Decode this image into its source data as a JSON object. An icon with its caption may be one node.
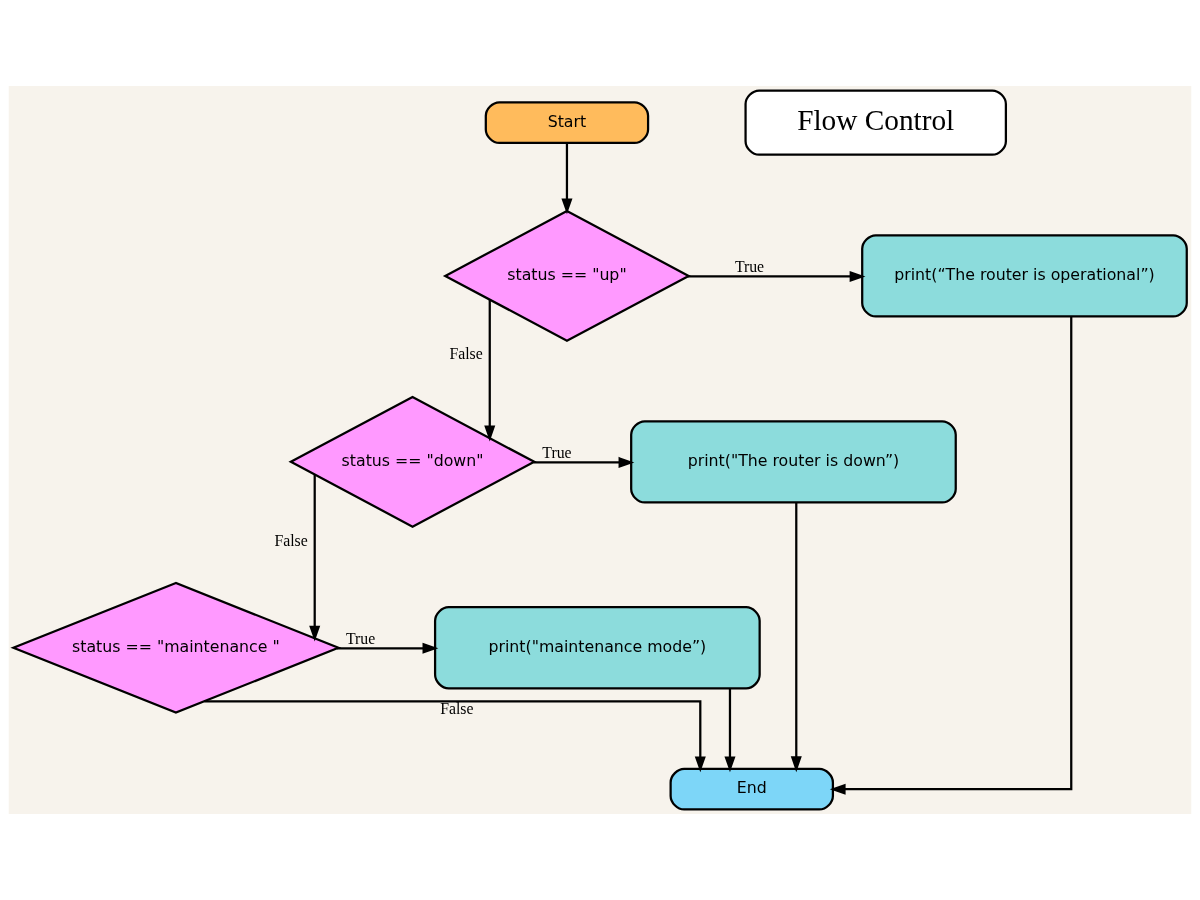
{
  "diagram": {
    "nodes": [
      {
        "text": [
          "Start"
        ]
      },
      {
        "text": [
          "Flow Control"
        ]
      },
      {
        "text": [
          "status == \"up\""
        ]
      },
      {
        "text": [
          "print(“The router is operational”)"
        ]
      },
      {
        "text": [
          "status == \"down\""
        ]
      },
      {
        "text": [
          "print(\"The router is down”)"
        ]
      },
      {
        "text": [
          "status == \"maintenance \""
        ]
      },
      {
        "text": [
          "print(\"maintenance mode”)"
        ]
      },
      {
        "text": [
          "End"
        ]
      }
    ],
    "edges": [
      {
        "from": 0,
        "to": 2,
        "arrow": "to"
      },
      {
        "from": 2,
        "to": 3,
        "arrow": "to",
        "label": "True"
      },
      {
        "from": 2,
        "to": 4,
        "arrow": "to",
        "label": "False"
      },
      {
        "from": 4,
        "to": 5,
        "arrow": "to",
        "label": "True"
      },
      {
        "from": 4,
        "to": 6,
        "arrow": "to",
        "label": "False"
      },
      {
        "from": 6,
        "to": 7,
        "arrow": "to",
        "label": "True"
      },
      {
        "from": 6,
        "to": 8,
        "arrow": "to",
        "label": "False"
      },
      {
        "from": 3,
        "to": 8,
        "arrow": "to"
      },
      {
        "from": 5,
        "to": 8,
        "arrow": "to"
      },
      {
        "from": 7,
        "to": 8,
        "arrow": "to"
      }
    ]
  }
}
